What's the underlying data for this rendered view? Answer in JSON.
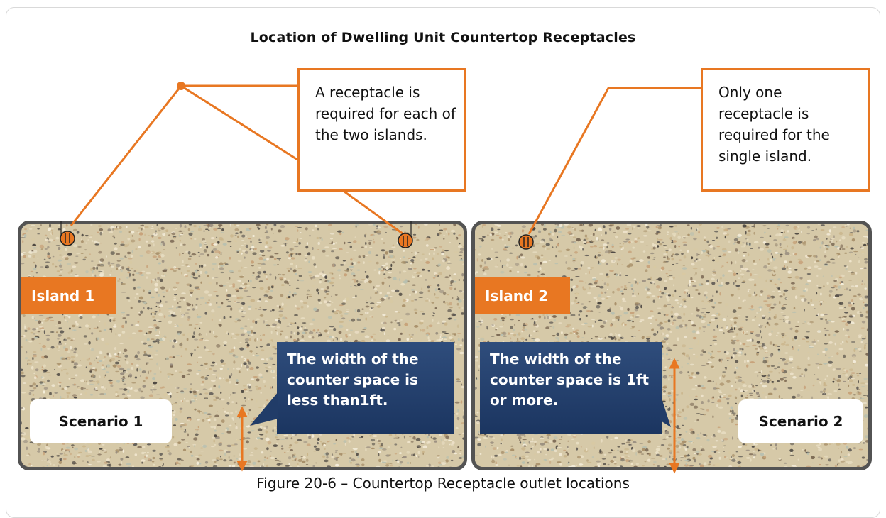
{
  "title": "Location of Dwelling Unit Countertop Receptacles",
  "callouts": {
    "left": "A receptacle is required for each of the two islands.",
    "right": "Only one receptacle is required for the single island."
  },
  "islands": [
    {
      "label": "Island 1",
      "scenario": "Scenario 1",
      "note": "The width of the counter space is less than1ft."
    },
    {
      "label": "Island 2",
      "scenario": "Scenario 2",
      "note": "The width of the counter space is 1ft or more."
    }
  ],
  "caption": "Figure 20-6 – Countertop Receptacle outlet locations",
  "colors": {
    "accent": "#e87722",
    "note_bg": "#24416e",
    "island_border": "#535353"
  },
  "icons": [
    "receptacle-icon",
    "dimension-arrow-icon"
  ]
}
